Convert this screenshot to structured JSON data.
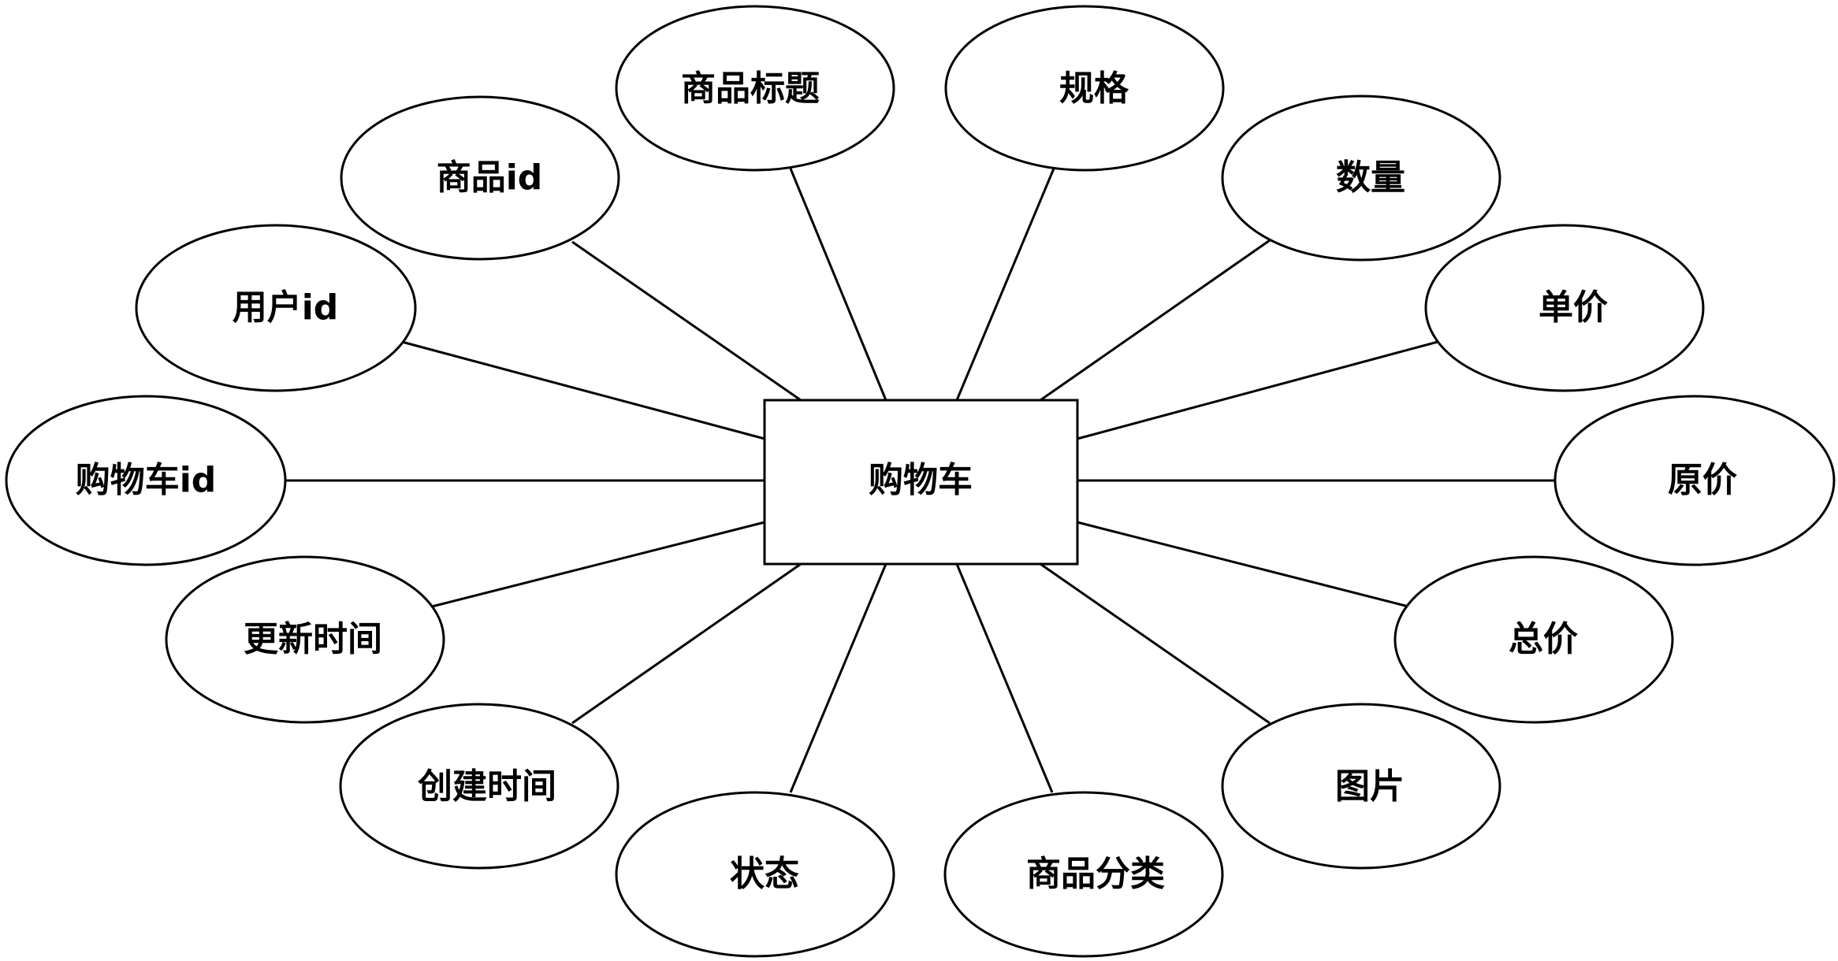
{
  "entity": {
    "label": "购物车"
  },
  "attributes": [
    {
      "id": "cart-id",
      "label": "购物车id"
    },
    {
      "id": "user-id",
      "label": "用户id"
    },
    {
      "id": "product-id",
      "label": "商品id"
    },
    {
      "id": "product-title",
      "label": "商品标题"
    },
    {
      "id": "spec",
      "label": "规格"
    },
    {
      "id": "quantity",
      "label": "数量"
    },
    {
      "id": "unit-price",
      "label": "单价"
    },
    {
      "id": "original-price",
      "label": "原价"
    },
    {
      "id": "total-price",
      "label": "总价"
    },
    {
      "id": "image",
      "label": "图片"
    },
    {
      "id": "product-category",
      "label": "商品分类"
    },
    {
      "id": "status",
      "label": "状态"
    },
    {
      "id": "create-time",
      "label": "创建时间"
    },
    {
      "id": "update-time",
      "label": "更新时间"
    }
  ],
  "colors": {
    "stroke": "#000000",
    "fill": "#ffffff",
    "text": "#000000"
  }
}
